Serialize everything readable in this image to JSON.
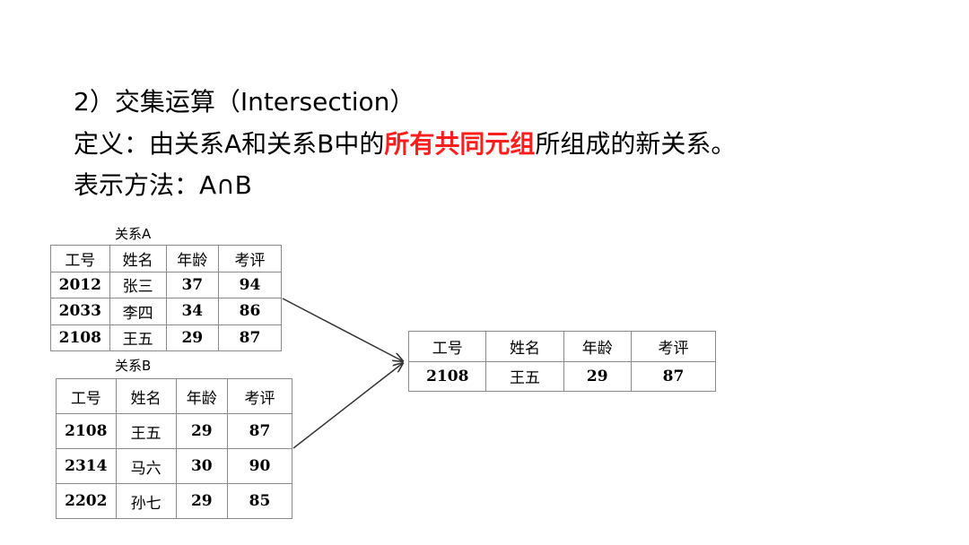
{
  "heading": "2）交集运算（Intersection）",
  "definition": {
    "before": "定义：由关系A和关系B中的",
    "highlight": "所有共同元组",
    "after": "所组成的新关系。"
  },
  "notation": "表示方法：A∩B",
  "relation_a": {
    "caption": "关系A",
    "columns": [
      "工号",
      "姓名",
      "年龄",
      "考评"
    ],
    "rows": [
      [
        "2012",
        "张三",
        "37",
        "94"
      ],
      [
        "2033",
        "李四",
        "34",
        "86"
      ],
      [
        "2108",
        "王五",
        "29",
        "87"
      ]
    ]
  },
  "relation_b": {
    "caption": "关系B",
    "columns": [
      "工号",
      "姓名",
      "年龄",
      "考评"
    ],
    "rows": [
      [
        "2108",
        "王五",
        "29",
        "87"
      ],
      [
        "2314",
        "马六",
        "30",
        "90"
      ],
      [
        "2202",
        "孙七",
        "29",
        "85"
      ]
    ]
  },
  "result": {
    "columns": [
      "工号",
      "姓名",
      "年龄",
      "考评"
    ],
    "rows": [
      [
        "2108",
        "王五",
        "29",
        "87"
      ]
    ]
  },
  "colors": {
    "highlight": "#ff1e1e",
    "border": "#8a8a8a",
    "arrow": "#333333"
  }
}
